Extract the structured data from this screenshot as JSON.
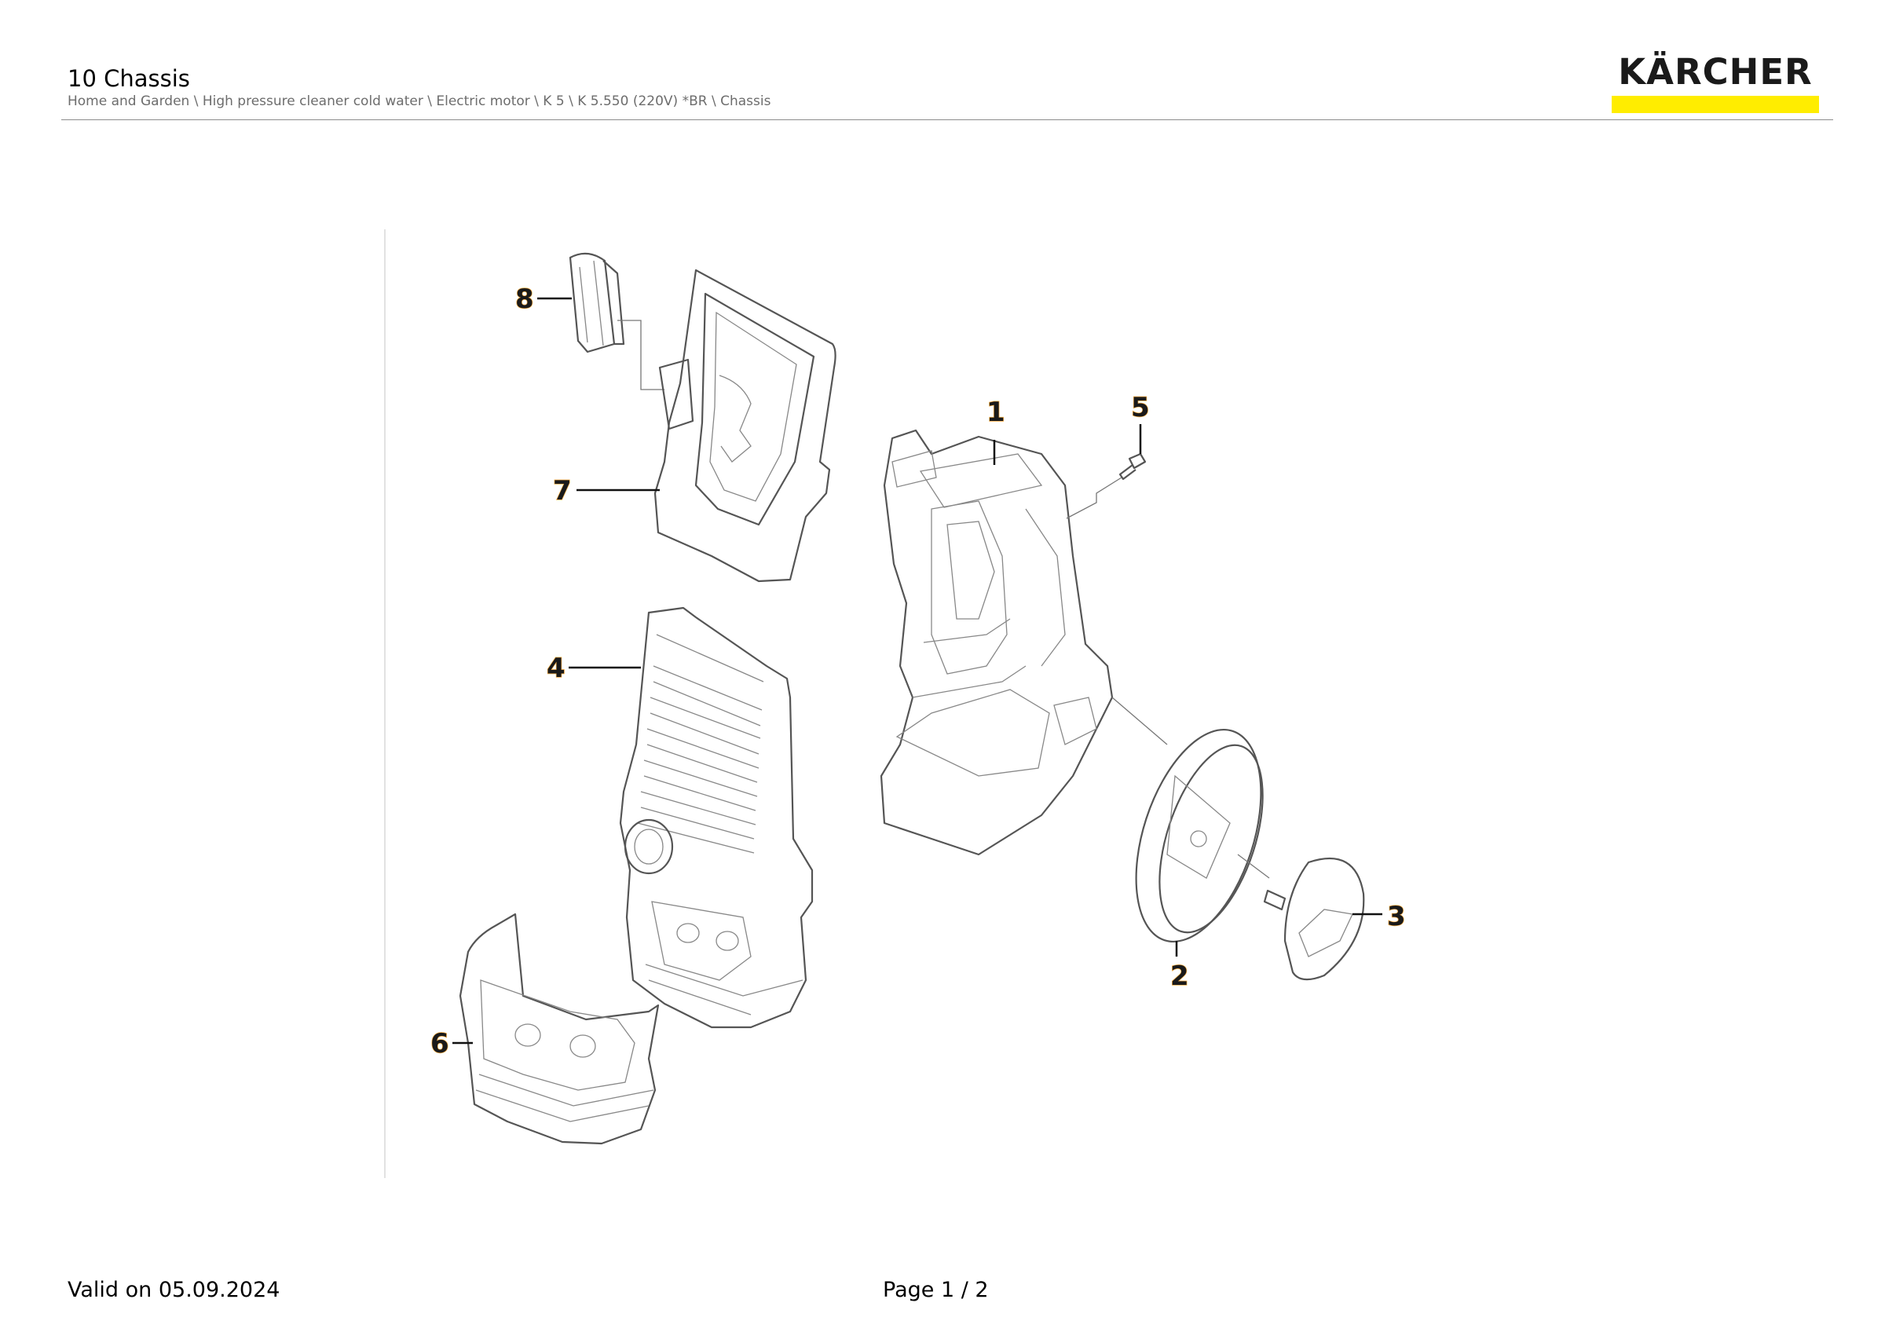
{
  "header": {
    "title": "10 Chassis",
    "breadcrumb": "Home and Garden \\ High pressure cleaner cold water \\ Electric motor \\ K 5 \\ K 5.550 (220V) *BR \\ Chassis"
  },
  "brand": {
    "logo_text": "KÄRCHER",
    "accent_color": "#ffed00"
  },
  "diagram": {
    "callouts": [
      "1",
      "2",
      "3",
      "4",
      "5",
      "6",
      "7",
      "8"
    ]
  },
  "footer": {
    "valid_on": "Valid on 05.09.2024",
    "page": "Page 1 / 2"
  }
}
